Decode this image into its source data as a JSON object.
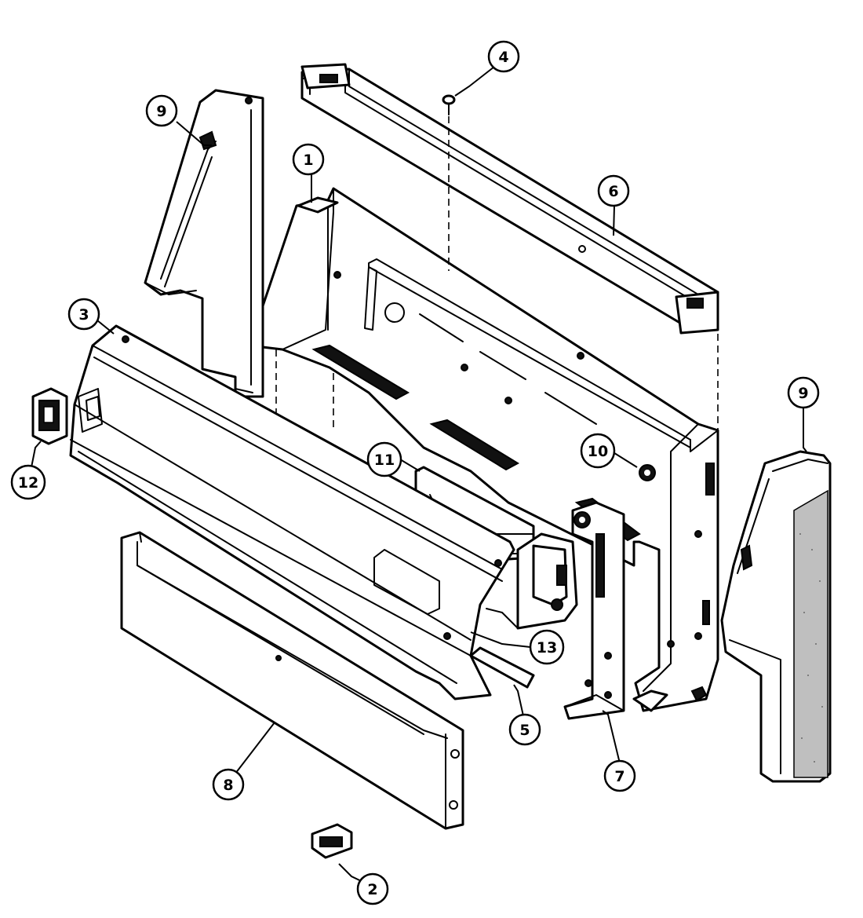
{
  "diagram": {
    "callouts": [
      {
        "id": "c1",
        "label": "1"
      },
      {
        "id": "c2",
        "label": "2"
      },
      {
        "id": "c3",
        "label": "3"
      },
      {
        "id": "c4",
        "label": "4"
      },
      {
        "id": "c5",
        "label": "5"
      },
      {
        "id": "c6",
        "label": "6"
      },
      {
        "id": "c7",
        "label": "7"
      },
      {
        "id": "c8",
        "label": "8"
      },
      {
        "id": "c9a",
        "label": "9"
      },
      {
        "id": "c9b",
        "label": "9"
      },
      {
        "id": "c10",
        "label": "10"
      },
      {
        "id": "c11",
        "label": "11"
      },
      {
        "id": "c12",
        "label": "12"
      },
      {
        "id": "c13",
        "label": "13"
      }
    ]
  }
}
